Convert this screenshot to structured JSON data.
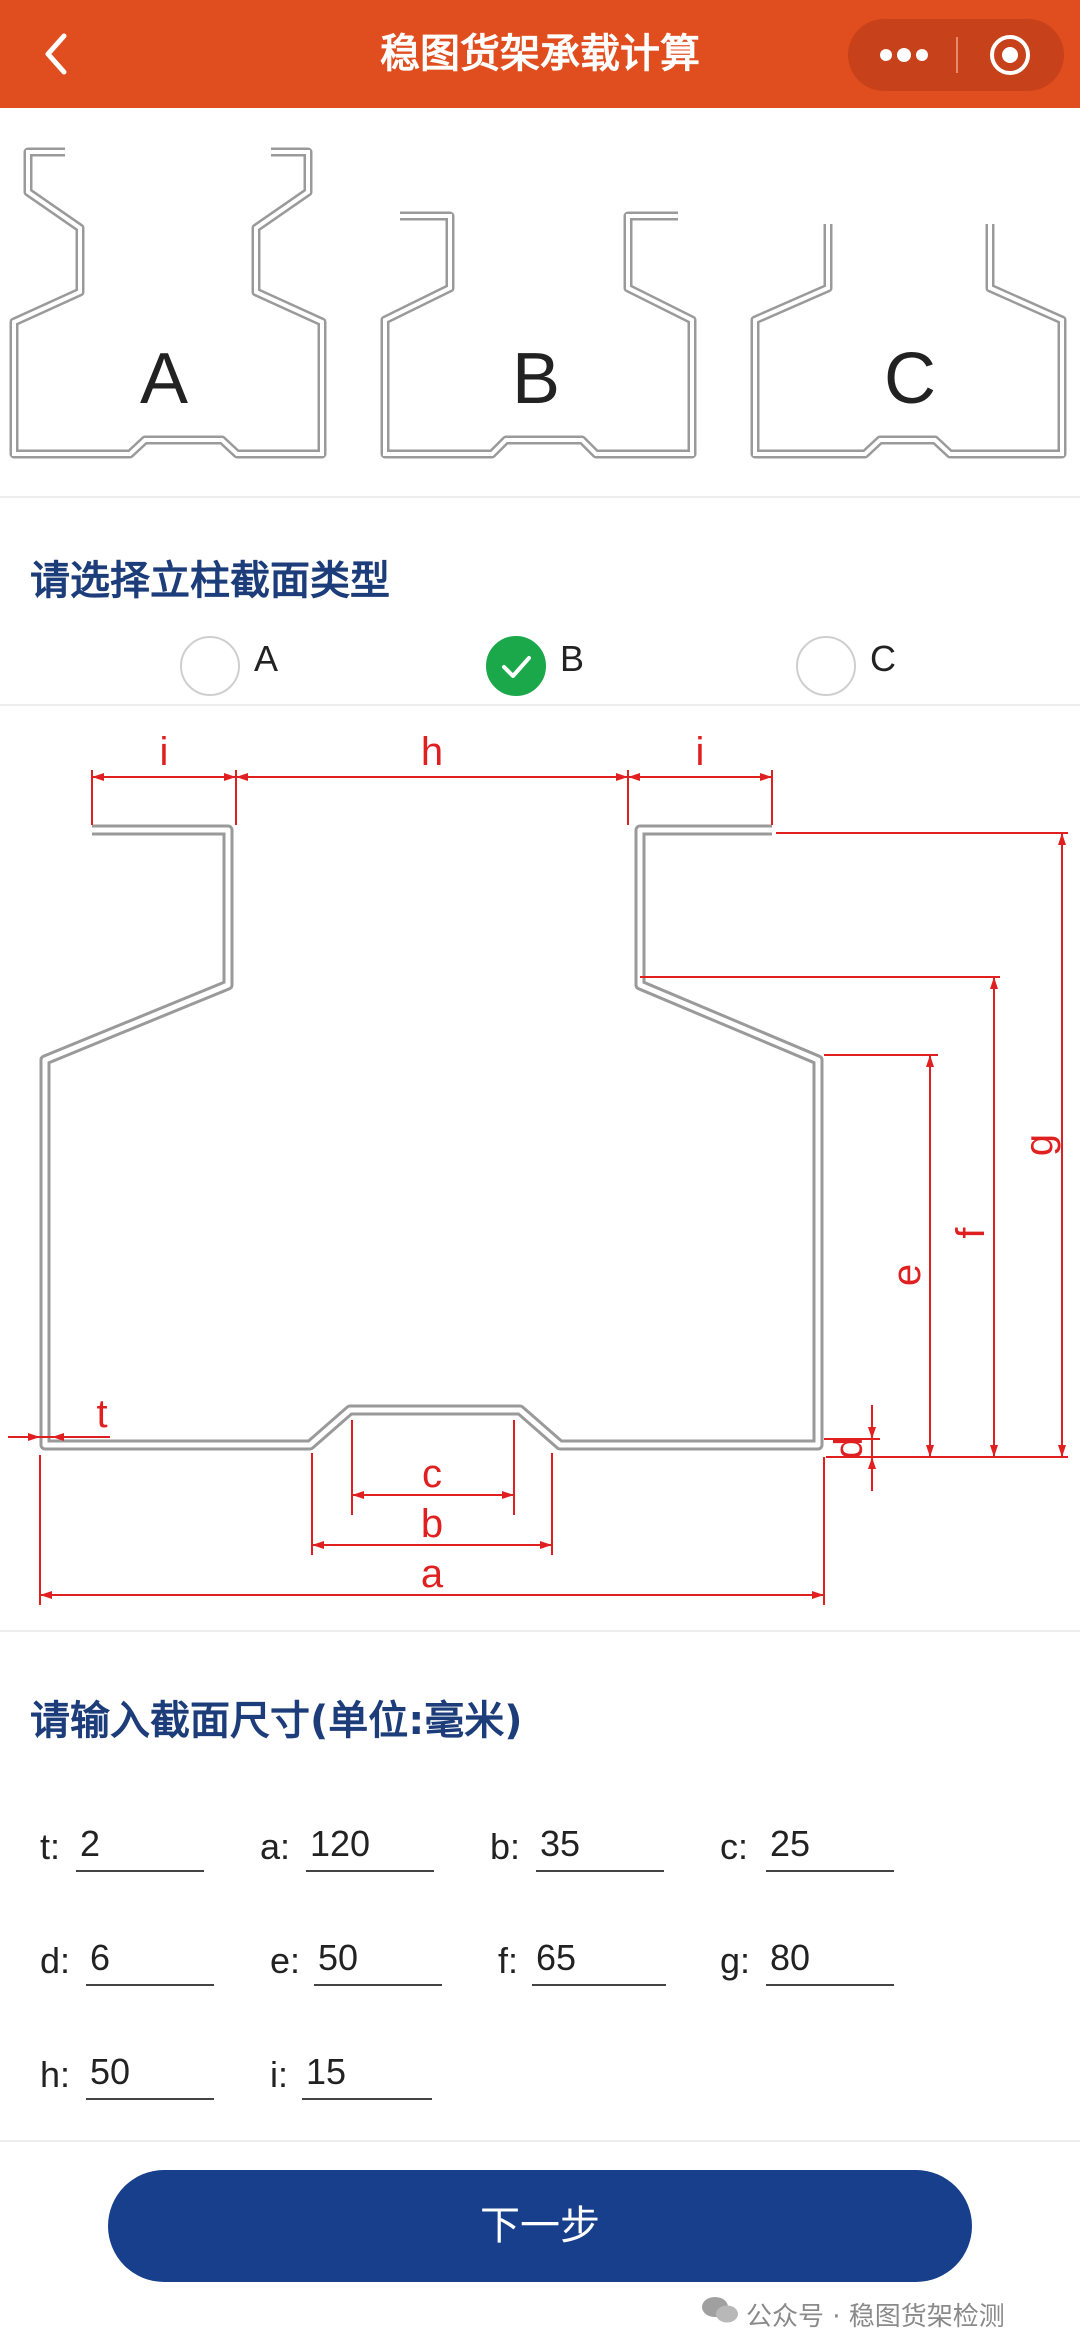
{
  "header": {
    "title": "稳图货架承载计算",
    "back_icon": "chevron-left-icon",
    "more_icon": "more-dots-icon",
    "close_icon": "target-icon"
  },
  "profiles": [
    {
      "letter": "A"
    },
    {
      "letter": "B"
    },
    {
      "letter": "C"
    }
  ],
  "section_select": {
    "heading": "请选择立柱截面类型",
    "options": [
      "A",
      "B",
      "C"
    ],
    "selected": "B",
    "check_color": "#1ba84a"
  },
  "diagram": {
    "labels": {
      "i_left": "i",
      "h": "h",
      "i_right": "i",
      "t": "t",
      "g": "g",
      "f": "f",
      "e": "e",
      "d": "d",
      "c": "c",
      "b": "b",
      "a": "a"
    },
    "dimension_color": "#e02020"
  },
  "section_input": {
    "heading": "请输入截面尺寸(单位:毫米)",
    "fields": [
      {
        "label": "t:",
        "value": "2"
      },
      {
        "label": "a:",
        "value": "120"
      },
      {
        "label": "b:",
        "value": "35"
      },
      {
        "label": "c:",
        "value": "25"
      },
      {
        "label": "d:",
        "value": "6"
      },
      {
        "label": "e:",
        "value": "50"
      },
      {
        "label": "f:",
        "value": "65"
      },
      {
        "label": "g:",
        "value": "80"
      },
      {
        "label": "h:",
        "value": "50"
      },
      {
        "label": "i:",
        "value": "15"
      }
    ]
  },
  "next_button": {
    "label": "下一步"
  },
  "watermark": {
    "text": "公众号 · 稳图货架检测"
  },
  "colors": {
    "topbar": "#e04e1f",
    "heading": "#1c3d7a",
    "button": "#173f8c"
  }
}
